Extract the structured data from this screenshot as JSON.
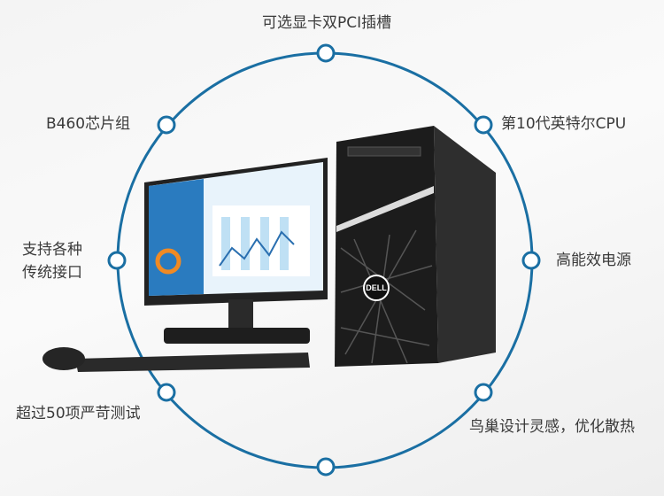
{
  "features": {
    "top": "可选显卡双PCI插槽",
    "upper_left": "B460芯片组",
    "upper_right": "第10代英特尔CPU",
    "left_line1": "支持各种",
    "left_line2": "传统接口",
    "right": "高能效电源",
    "lower_left": "超过50项严苛测试",
    "lower_right": "鸟巢设计灵感，优化散热"
  },
  "product": {
    "brand_logo": "DELL"
  },
  "colors": {
    "ring": "#1a6fa3",
    "tower": "#1c1c1c"
  }
}
